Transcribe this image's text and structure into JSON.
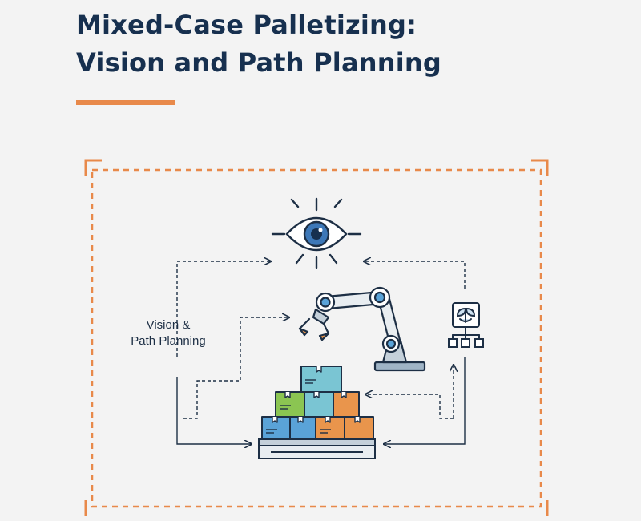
{
  "header": {
    "title_line1": "Mixed-Case Palletizing:",
    "title_line2": "Vision and Path Planning"
  },
  "diagram": {
    "label_line1": "Vision &",
    "label_line2": "Path Planning",
    "icons": [
      "eye-icon",
      "robot-arm-icon",
      "brain-network-icon",
      "box-stack-icon",
      "pallet-icon"
    ]
  },
  "colors": {
    "title": "#17304f",
    "accent": "#e8894a",
    "stroke": "#1d2f45",
    "eye_blue": "#3d78b8",
    "box_teal": "#7ac5d3",
    "box_green": "#8bc552",
    "box_blue": "#5aa3d8",
    "box_orange": "#e9954c"
  }
}
